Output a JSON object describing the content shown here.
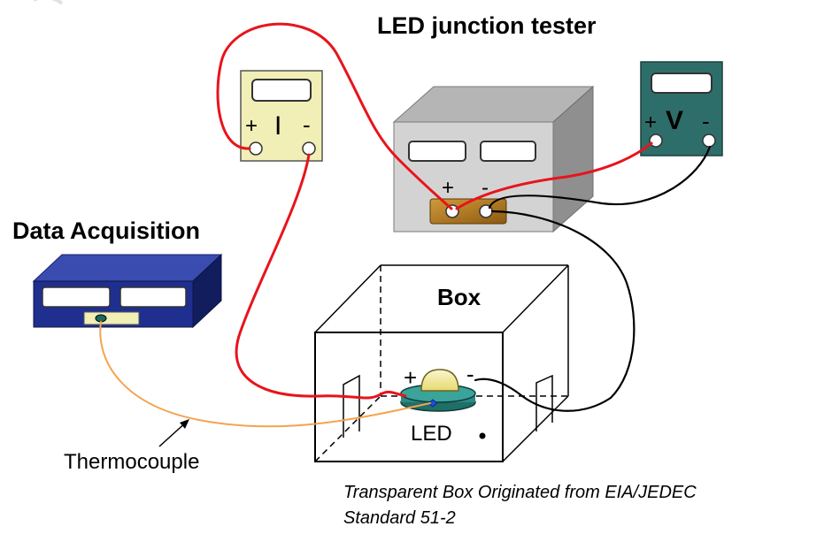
{
  "labels": {
    "tester_title": "LED junction tester",
    "data_acquisition": "Data Acquisition",
    "box": "Box",
    "led": "LED",
    "thermocouple": "Thermocouple",
    "caption_line1": "Transparent Box Originated from EIA/JEDEC",
    "caption_line2": "Standard 51-2"
  },
  "ammeter": {
    "plus": "+",
    "symbol": "I",
    "minus": "-"
  },
  "voltmeter": {
    "plus": "+",
    "symbol": "V",
    "minus": "-"
  },
  "tester_terminals": {
    "plus": "+",
    "minus": "-"
  },
  "led_terminals": {
    "plus": "+",
    "minus": "-"
  },
  "colors": {
    "wire_red": "#e8141b",
    "wire_black": "#000000",
    "thermocouple_wire": "#f5a34f",
    "ammeter_body": "#f1eeb6",
    "voltmeter_body": "#2e6e6a",
    "tester_front": "#cfcfcf",
    "tester_top": "#a8a8a8",
    "tester_side": "#8c8c8c",
    "terminal_plate": "#b07a1e",
    "daq_front": "#1f2f8f",
    "daq_top": "#3a4cb0",
    "daq_side": "#121d5e",
    "led_base": "#2b8a83",
    "led_dome": "#f3ea9c"
  }
}
